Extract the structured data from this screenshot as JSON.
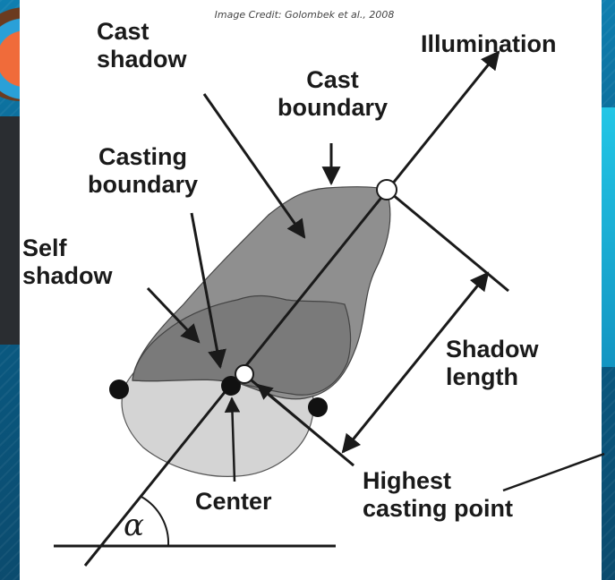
{
  "credit": "Image Credit: Golombek et al., 2008",
  "labels": {
    "cast_shadow": "Cast\nshadow",
    "cast_boundary": "Cast\nboundary",
    "illumination": "Illumination",
    "casting_boundary": "Casting\nboundary",
    "self_shadow": "Self\nshadow",
    "shadow_length": "Shadow\nlength",
    "center": "Center",
    "highest_casting_point": "Highest\ncasting point",
    "alpha": "α"
  },
  "colors": {
    "cast_shadow_fill": "#8f8f8f",
    "self_shadow_fill": "#7a7a7a",
    "rock_fill": "#d4d4d4",
    "ink": "#1a1a1a"
  }
}
